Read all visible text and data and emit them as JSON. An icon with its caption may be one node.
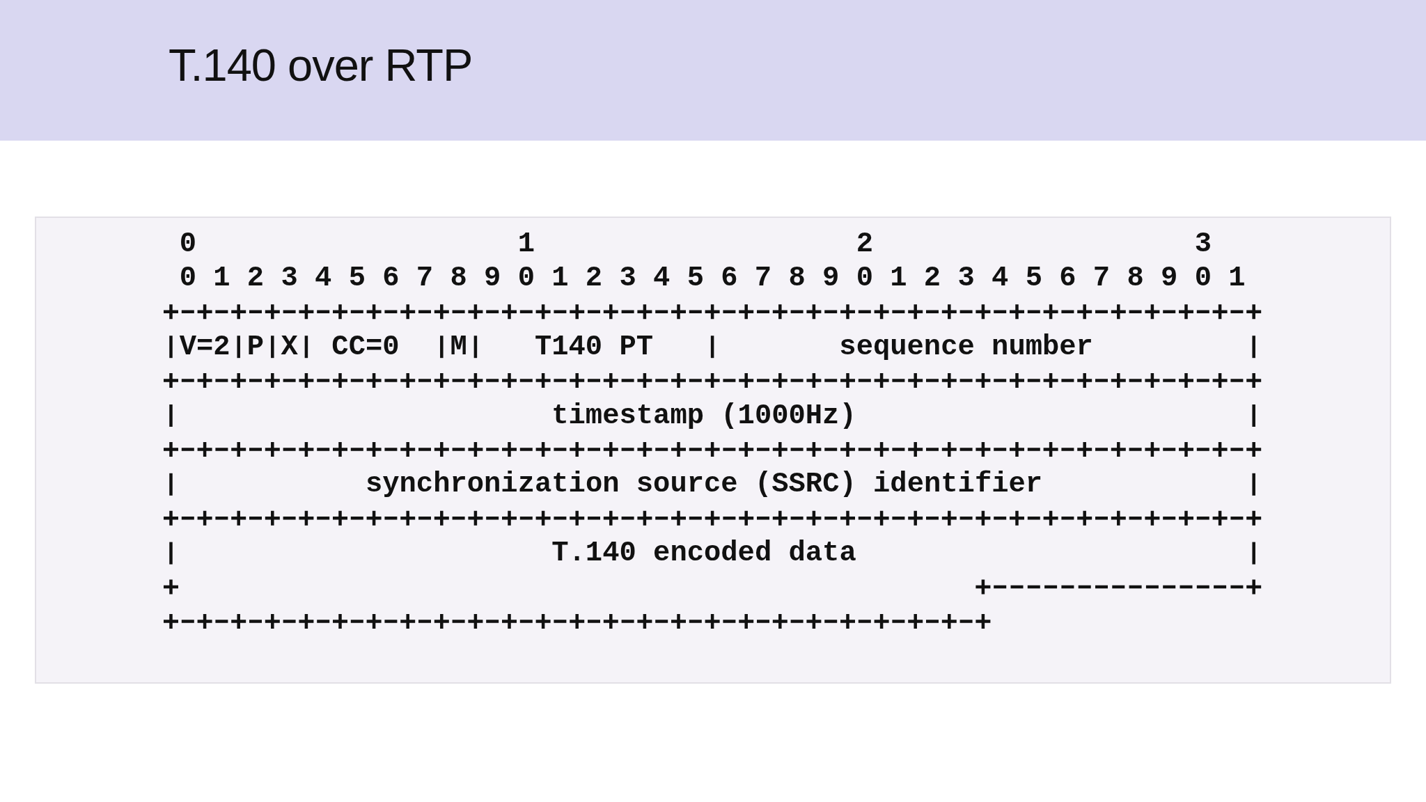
{
  "diagram": {
    "title": "T.140 over RTP",
    "nodes": [
      {
        "text": [
          "V=2"
        ]
      },
      {
        "text": [
          "P"
        ]
      },
      {
        "text": [
          "X"
        ]
      },
      {
        "text": [
          "CC=0"
        ]
      },
      {
        "text": [
          "M"
        ]
      },
      {
        "text": [
          "T140 PT"
        ]
      },
      {
        "text": [
          "sequence number"
        ]
      },
      {
        "text": [
          "timestamp (1000Hz)"
        ]
      },
      {
        "text": [
          "synchronization source (SSRC) identifier"
        ]
      },
      {
        "text": [
          "T.140 encoded data"
        ]
      }
    ],
    "labels": [
      "0",
      "1",
      "2",
      "3",
      "0",
      "1",
      "2",
      "3",
      "4",
      "5",
      "6",
      "7",
      "8",
      "9",
      "0",
      "1",
      "2",
      "3",
      "4",
      "5",
      "6",
      "7",
      "8",
      "9",
      "0",
      "1",
      "2",
      "3",
      "4",
      "5",
      "6",
      "7",
      "8",
      "9",
      "0",
      "1"
    ]
  }
}
